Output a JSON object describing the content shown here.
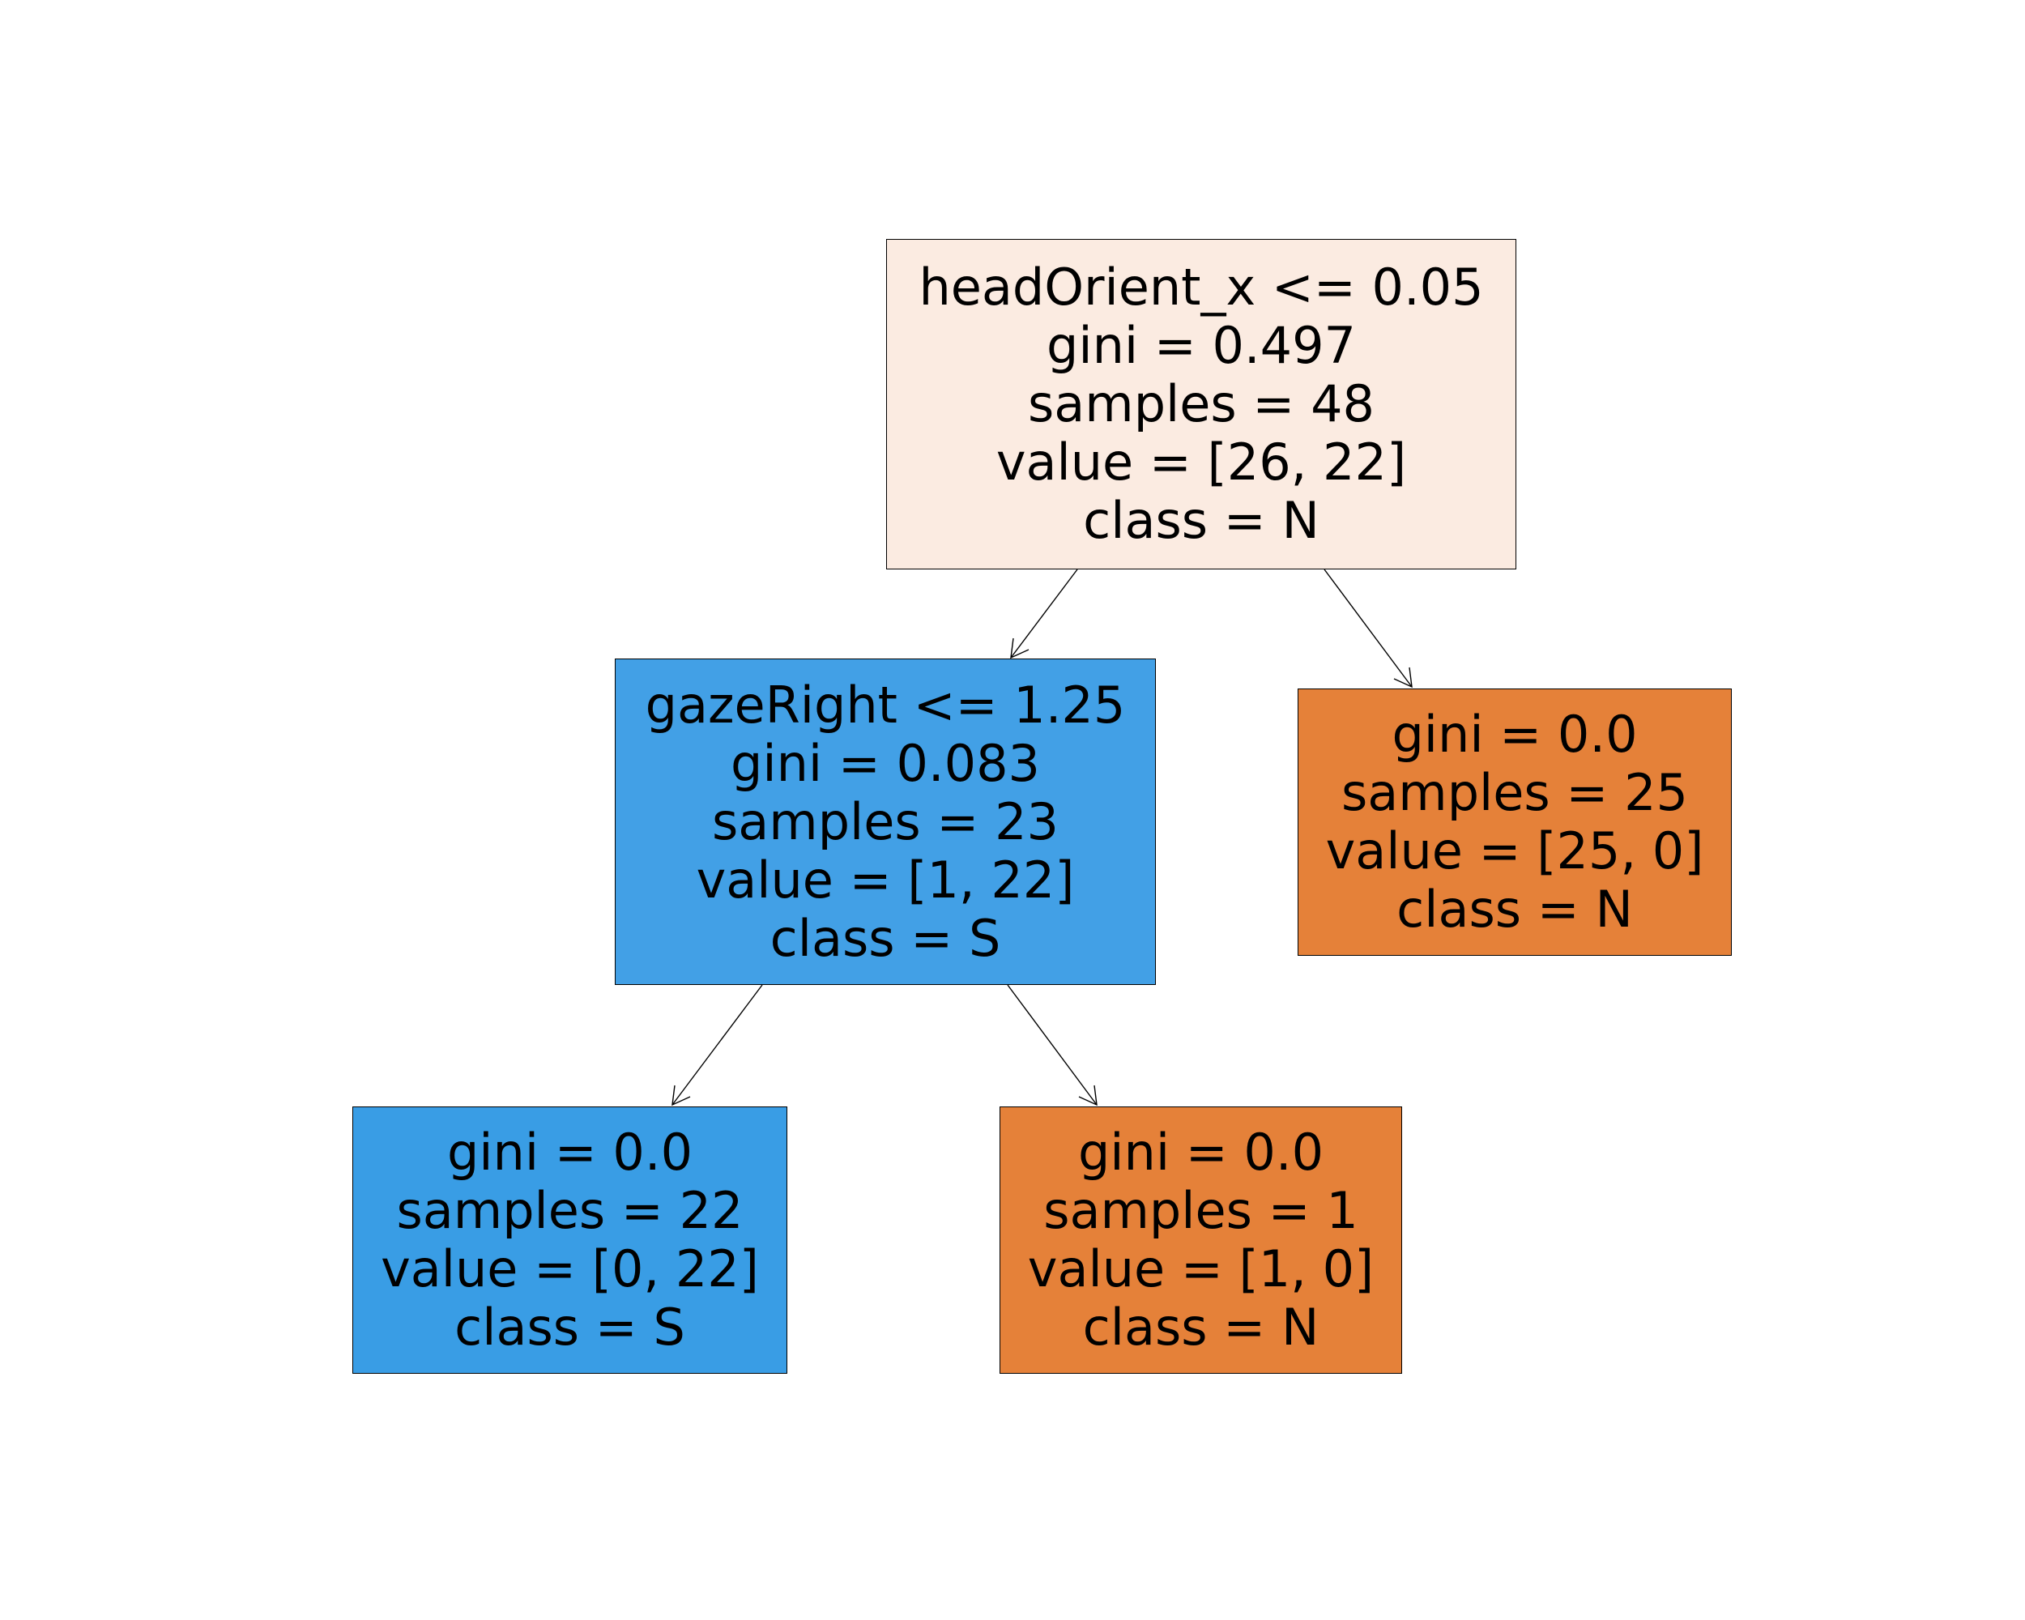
{
  "colors": {
    "root": "#fbebe1",
    "split_s": "#42a0e6",
    "leaf_s": "#399de5",
    "leaf_n": "#e58139",
    "edge": "#000000"
  },
  "tree": {
    "root": {
      "lines": [
        "headOrient_x <= 0.05",
        "gini = 0.497",
        "samples = 48",
        "value = [26, 22]",
        "class = N"
      ]
    },
    "left": {
      "lines": [
        "gazeRight <= 1.25",
        "gini = 0.083",
        "samples = 23",
        "value = [1, 22]",
        "class = S"
      ]
    },
    "right": {
      "lines": [
        "gini = 0.0",
        "samples = 25",
        "value = [25, 0]",
        "class = N"
      ]
    },
    "left_left": {
      "lines": [
        "gini = 0.0",
        "samples = 22",
        "value = [0, 22]",
        "class = S"
      ]
    },
    "left_right": {
      "lines": [
        "gini = 0.0",
        "samples = 1",
        "value = [1, 0]",
        "class = N"
      ]
    }
  }
}
